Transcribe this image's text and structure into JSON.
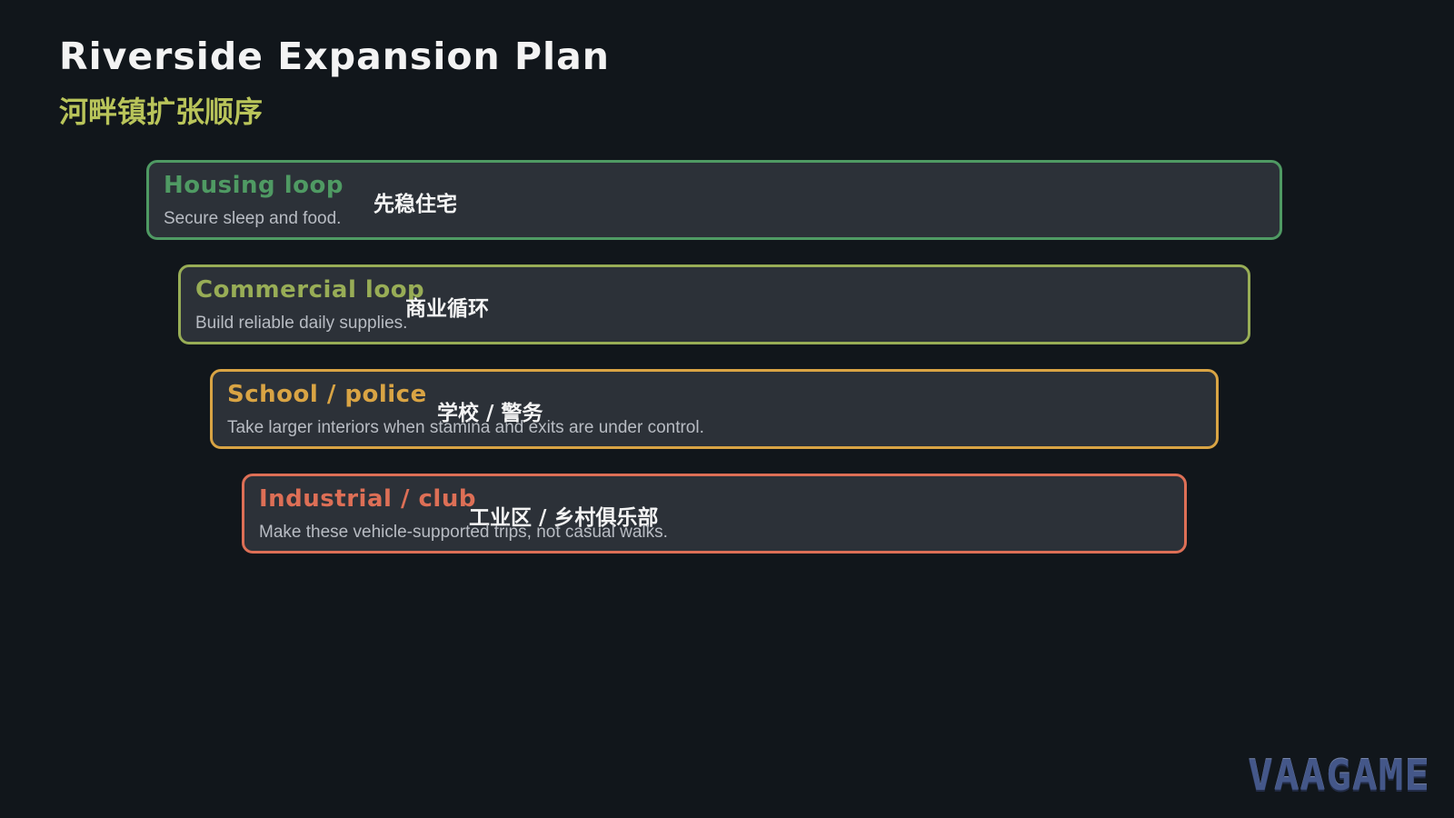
{
  "header": {
    "title": "Riverside Expansion Plan",
    "subtitle": "河畔镇扩张顺序"
  },
  "steps": [
    {
      "title": "Housing loop",
      "title_cn": "先稳住宅",
      "description": "Secure sleep and food.",
      "color": "#4f9a63"
    },
    {
      "title": "Commercial loop",
      "title_cn": "商业循环",
      "description": "Build reliable daily supplies.",
      "color": "#98ad56"
    },
    {
      "title": "School / police",
      "title_cn": "学校 / 警务",
      "description": "Take larger interiors when stamina and exits are under control.",
      "color": "#d9a444"
    },
    {
      "title": "Industrial / club",
      "title_cn": "工业区 / 乡村俱乐部",
      "description": "Make these vehicle-supported trips, not casual walks.",
      "color": "#dd6f56"
    }
  ],
  "logo": {
    "text": "VAAGAME"
  }
}
